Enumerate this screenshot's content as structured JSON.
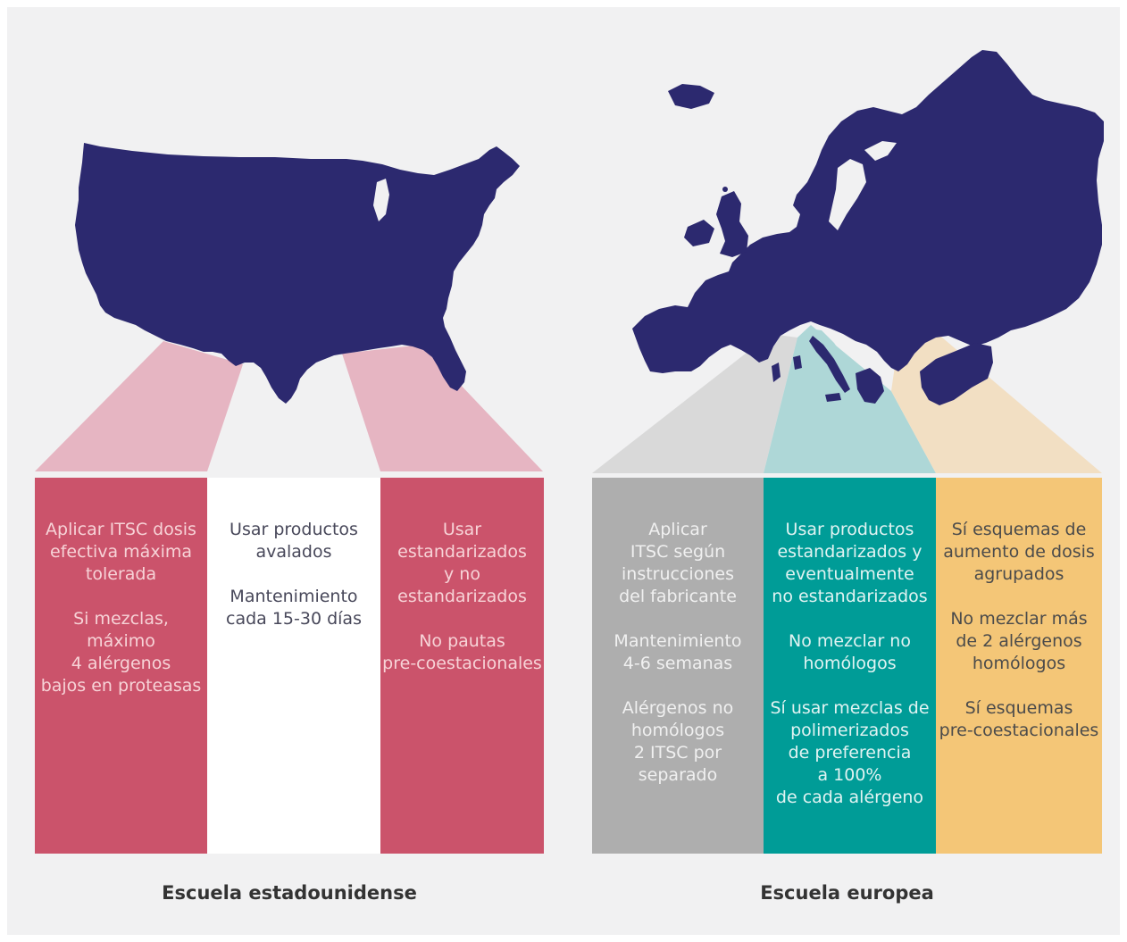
{
  "colors": {
    "map": "#2c296f",
    "usa_pink": "#cb536b",
    "usa_pink_light": "#e6b5c2",
    "usa_text": "#f7d3d7",
    "white_text": "#48485a",
    "eu_grey": "#aeaeae",
    "eu_grey_light": "#d9d9d9",
    "eu_grey_text": "#f0f0f0",
    "eu_teal": "#009c97",
    "eu_teal_light": "#aed7d7",
    "eu_teal_text": "#e0f3f2",
    "eu_orange": "#f4c677",
    "eu_orange_light": "#f2dfc3",
    "eu_orange_text": "#4b4b4b",
    "background": "#f1f1f2"
  },
  "icons": [
    "usa-map-icon",
    "europe-map-icon"
  ],
  "usa": {
    "caption": "Escuela estadounidense",
    "columns": [
      {
        "p1": "Aplicar ITSC dosis\nefectiva máxima\ntolerada",
        "p2": "Si mezclas,\nmáximo\n4 alérgenos\nbajos en proteasas"
      },
      {
        "p1": "Usar productos\navalados",
        "p2": "Mantenimiento\ncada 15-30 días"
      },
      {
        "p1": "Usar\nestandarizados\ny no\nestandarizados",
        "p2": "No pautas\npre-coestacionales"
      }
    ]
  },
  "europe": {
    "caption": "Escuela europea",
    "columns": [
      {
        "p1": "Aplicar\nITSC según\ninstrucciones\ndel fabricante",
        "p2": "Mantenimiento\n4-6 semanas",
        "p3": "Alérgenos no\nhomólogos\n2 ITSC por\nseparado"
      },
      {
        "p1": "Usar productos\nestandarizados y\neventualmente\nno estandarizados",
        "p2": "No mezclar no\nhomólogos",
        "p3": "Sí usar mezclas de\npolimerizados\nde preferencia\na 100%\nde cada alérgeno"
      },
      {
        "p1": "Sí esquemas de\naumento de dosis\nagrupados",
        "p2": "No mezclar más\nde 2 alérgenos\nhomólogos",
        "p3": "Sí esquemas\npre-coestacionales"
      }
    ]
  }
}
